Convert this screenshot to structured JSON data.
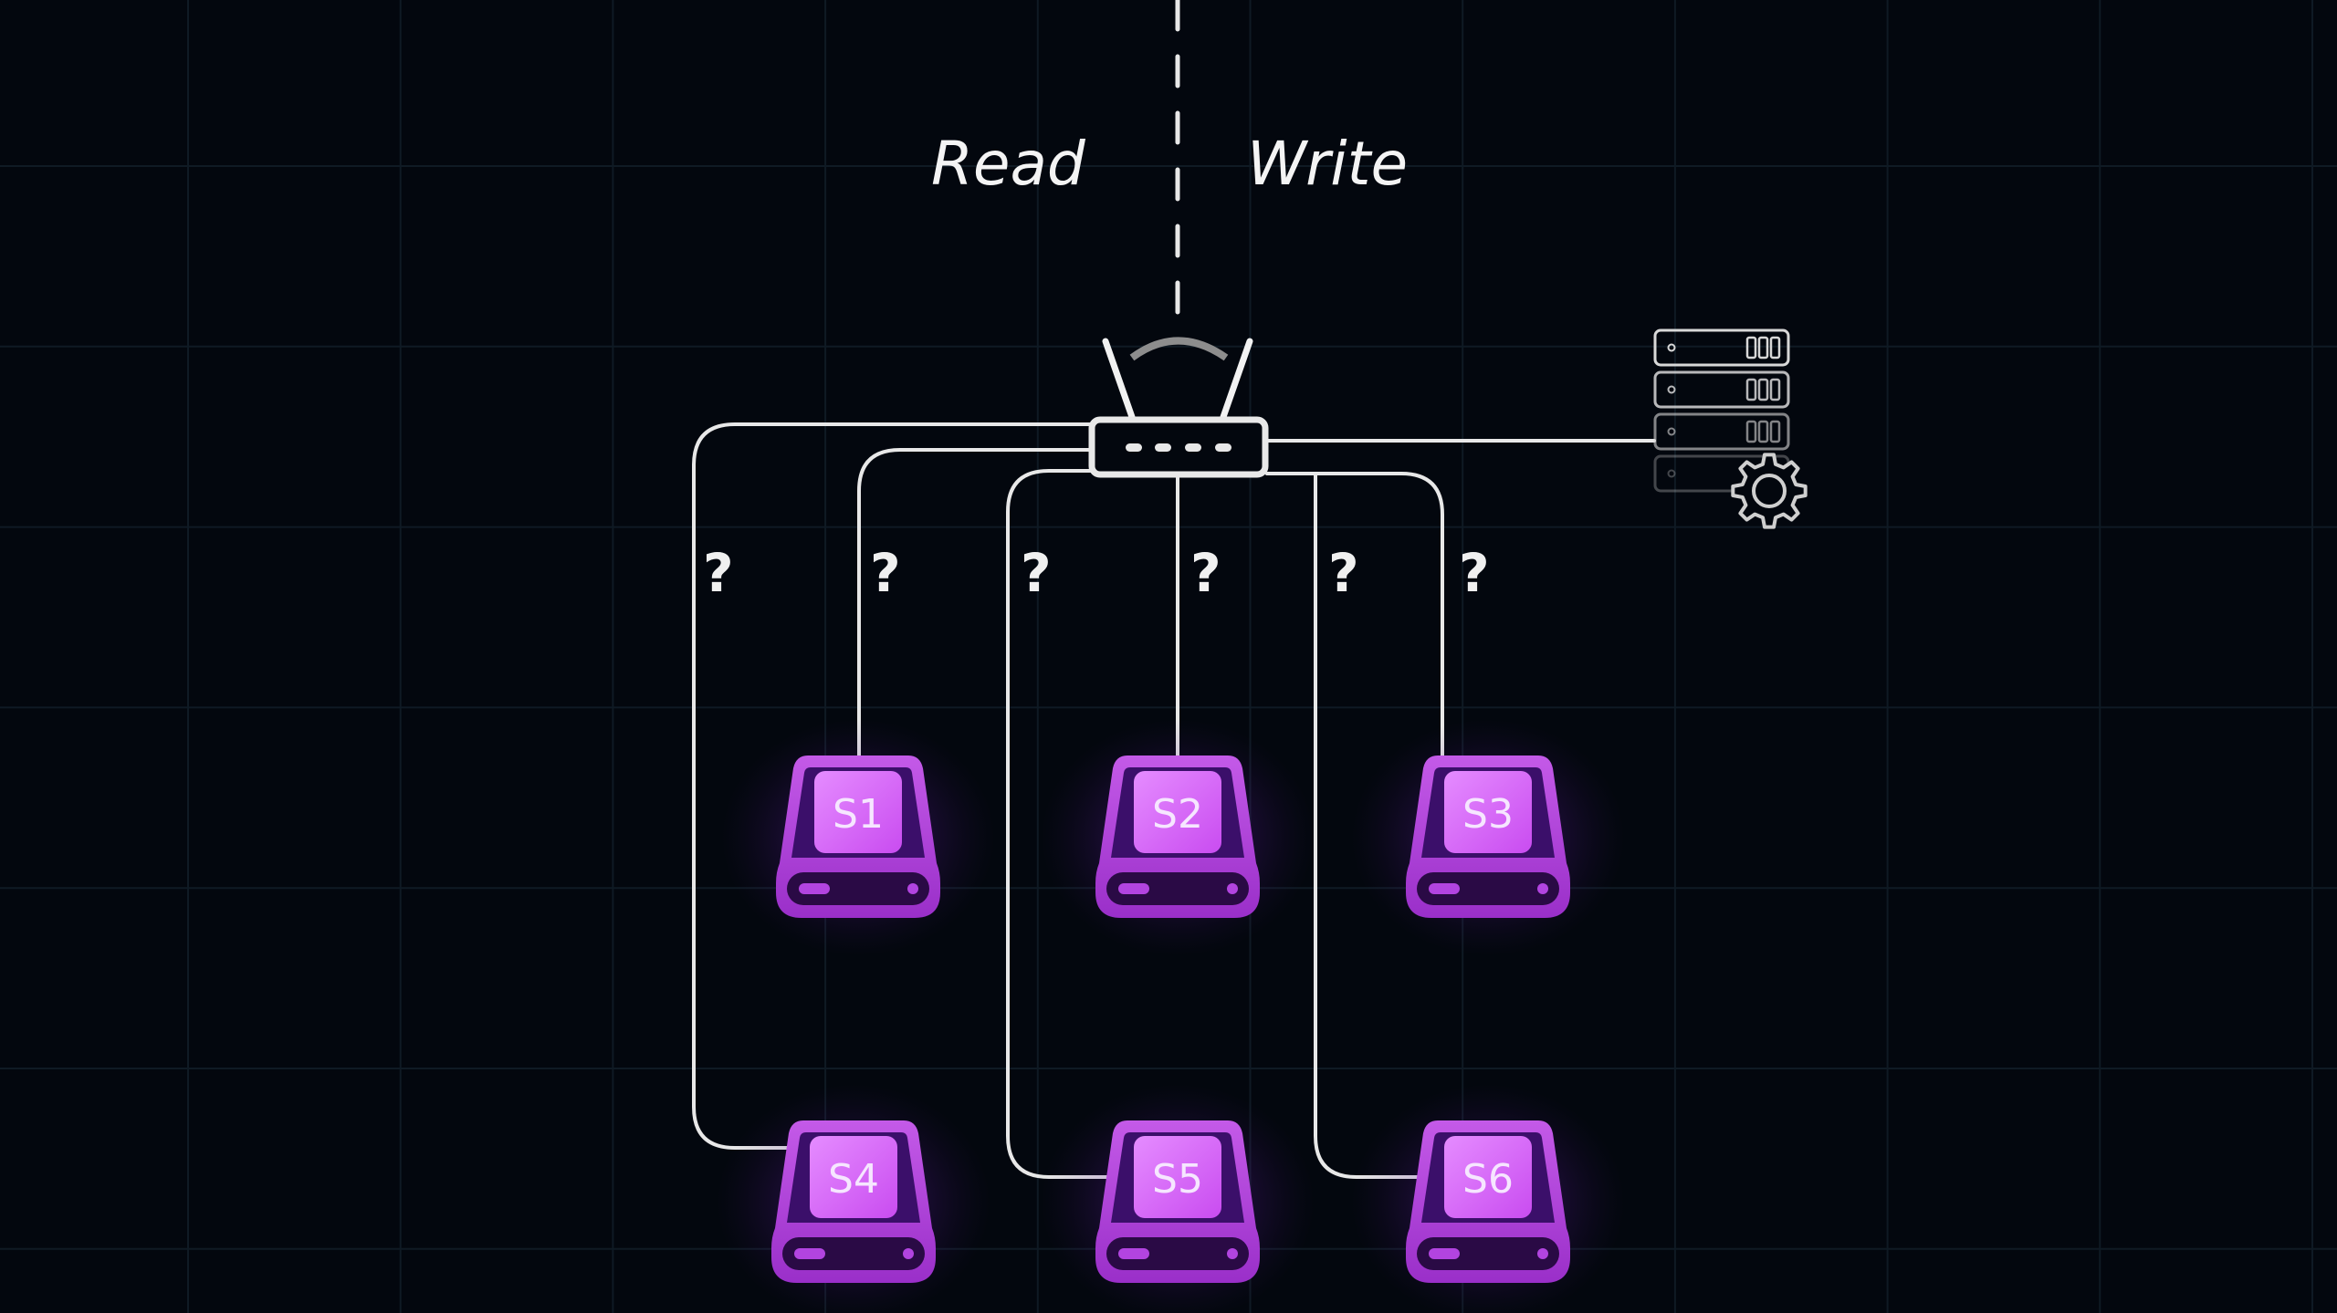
{
  "diagram": {
    "labels": {
      "read": "Read",
      "write": "Write"
    },
    "router": {
      "icon": "router-icon"
    },
    "config_server": {
      "icon": "server-stack-with-gear-icon",
      "units": 4
    },
    "unknown_marker": "?",
    "storage_nodes": [
      {
        "id": "S1",
        "label": "S1"
      },
      {
        "id": "S2",
        "label": "S2"
      },
      {
        "id": "S3",
        "label": "S3"
      },
      {
        "id": "S4",
        "label": "S4"
      },
      {
        "id": "S5",
        "label": "S5"
      },
      {
        "id": "S6",
        "label": "S6"
      }
    ],
    "connections": [
      {
        "from": "router",
        "to": "S4",
        "label": "?"
      },
      {
        "from": "router",
        "to": "S1",
        "label": "?"
      },
      {
        "from": "router",
        "to": "S5",
        "label": "?"
      },
      {
        "from": "router",
        "to": "S2",
        "label": "?"
      },
      {
        "from": "router",
        "to": "S6",
        "label": "?"
      },
      {
        "from": "router",
        "to": "S3",
        "label": "?"
      },
      {
        "from": "router",
        "to": "config_server",
        "label": ""
      }
    ],
    "colors": {
      "background": "#03070e",
      "grid": "#0f1a24",
      "line": "#e8e8e8",
      "drive_outer": "#b13be0",
      "drive_face": "#e070ff",
      "drive_glow": "#8a2be2"
    }
  }
}
